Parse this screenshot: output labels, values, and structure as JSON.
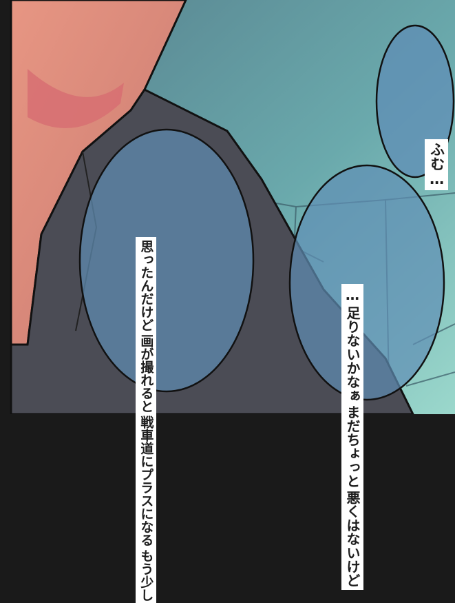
{
  "panel": {
    "bubbles": [
      {
        "lines": [
          "ふむ…"
        ]
      },
      {
        "lines": [
          "悪くはないけど",
          "まだちょっと",
          "足りないかなぁ",
          "…"
        ]
      },
      {
        "lines": [
          "もう少し",
          "戦車道にプラスになる",
          "画が撮れると",
          "思ったんだけど"
        ]
      }
    ]
  },
  "colors": {
    "bg_top": "#5e8f98",
    "bg_bottom": "#8fd0c6",
    "skin": "#e39681",
    "skin_shadow": "#d76f72",
    "jacket": "#4b4c55",
    "bubble_fill": "#5f8eb5",
    "outline": "#111111",
    "left_bar": "#1a1a1a"
  }
}
